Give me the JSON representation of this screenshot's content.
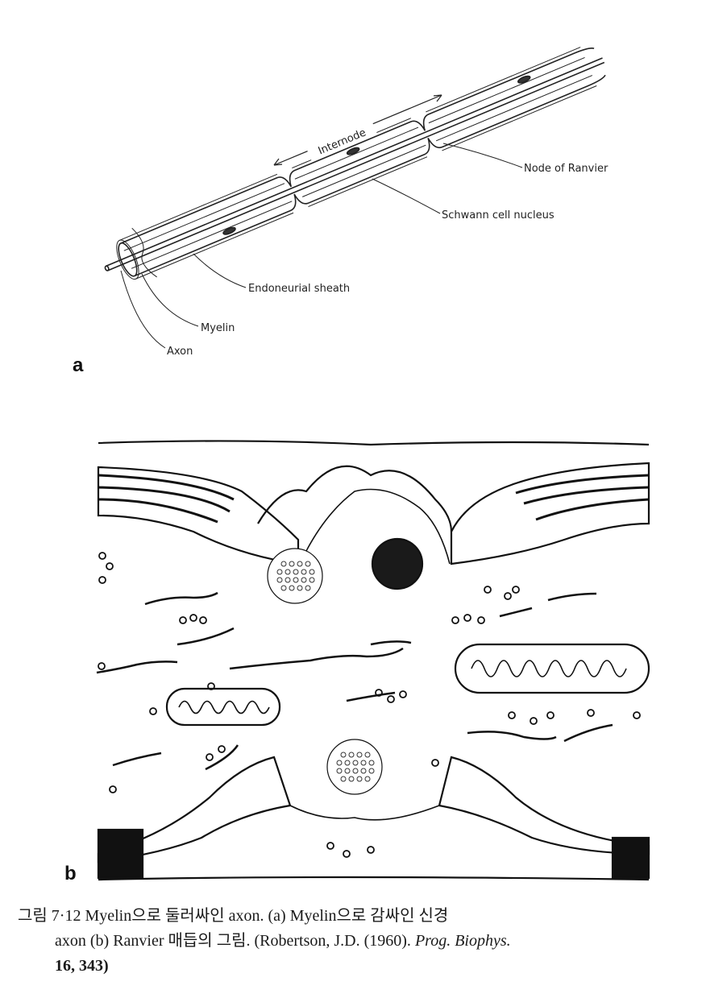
{
  "figure_a": {
    "panel_label": "a",
    "labels": {
      "internode": "Internode",
      "node_of_ranvier": "Node of Ranvier",
      "schwann_cell_nucleus": "Schwann cell nucleus",
      "endoneurial_sheath": "Endoneurial sheath",
      "myelin": "Myelin",
      "axon": "Axon"
    }
  },
  "figure_b": {
    "panel_label": "b"
  },
  "caption": {
    "line1": "그림 7·12  Myelin으로  둘러싸인  axon. (a) Myelin으로  감싸인  신경",
    "line2_plain": "axon  (b) Ranvier 매듭의  그림.  (Robertson, J.D. (1960). ",
    "line2_italic": "Prog. Biophys.",
    "line3": "16, 343)"
  }
}
